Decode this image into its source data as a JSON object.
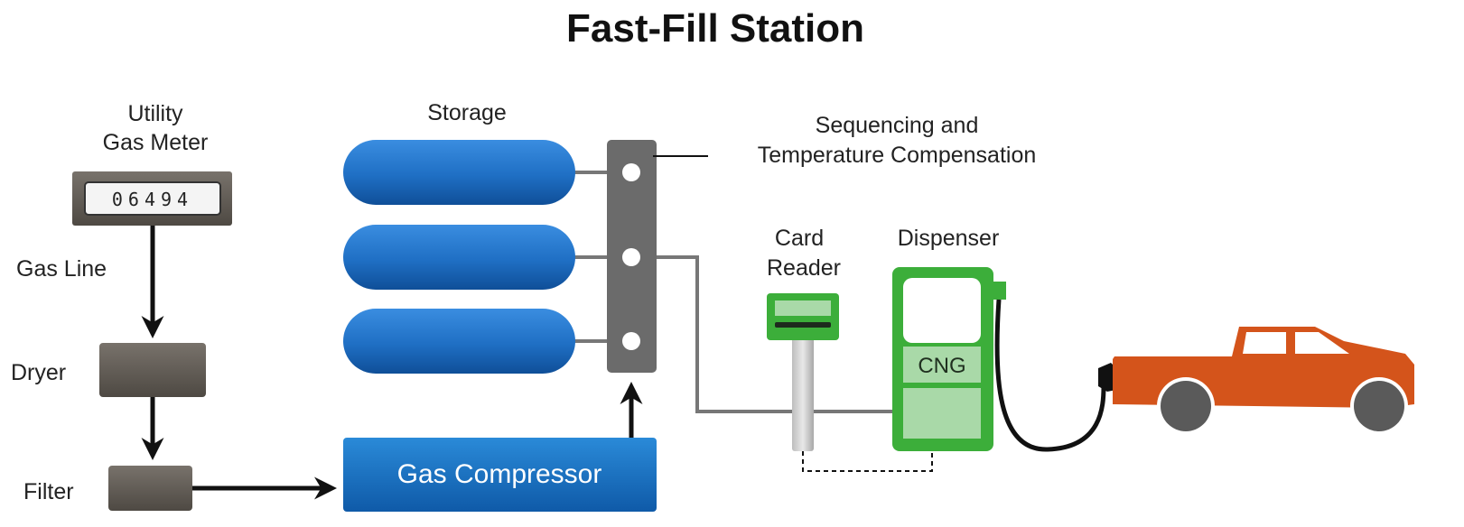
{
  "title": "Fast-Fill Station",
  "labels": {
    "utility_line1": "Utility",
    "utility_line2": "Gas Meter",
    "meter_reading": "06494",
    "gas_line": "Gas Line",
    "dryer": "Dryer",
    "filter": "Filter",
    "storage": "Storage",
    "gas_compressor": "Gas Compressor",
    "sequencing_line1": "Sequencing and",
    "sequencing_line2": "Temperature Compensation",
    "card_reader_line1": "Card",
    "card_reader_line2": "Reader",
    "dispenser": "Dispenser",
    "cng": "CNG"
  },
  "colors": {
    "tank_blue": "#1f6fc4",
    "compressor_blue": "#1a72c9",
    "equipment_gray": "#5f5a54",
    "manifold_gray": "#6d6d6d",
    "dispenser_green": "#3cae3a",
    "dispenser_light_green": "#a9d9a8",
    "truck_orange": "#d4541b",
    "wheel_gray": "#5a5a5a"
  }
}
